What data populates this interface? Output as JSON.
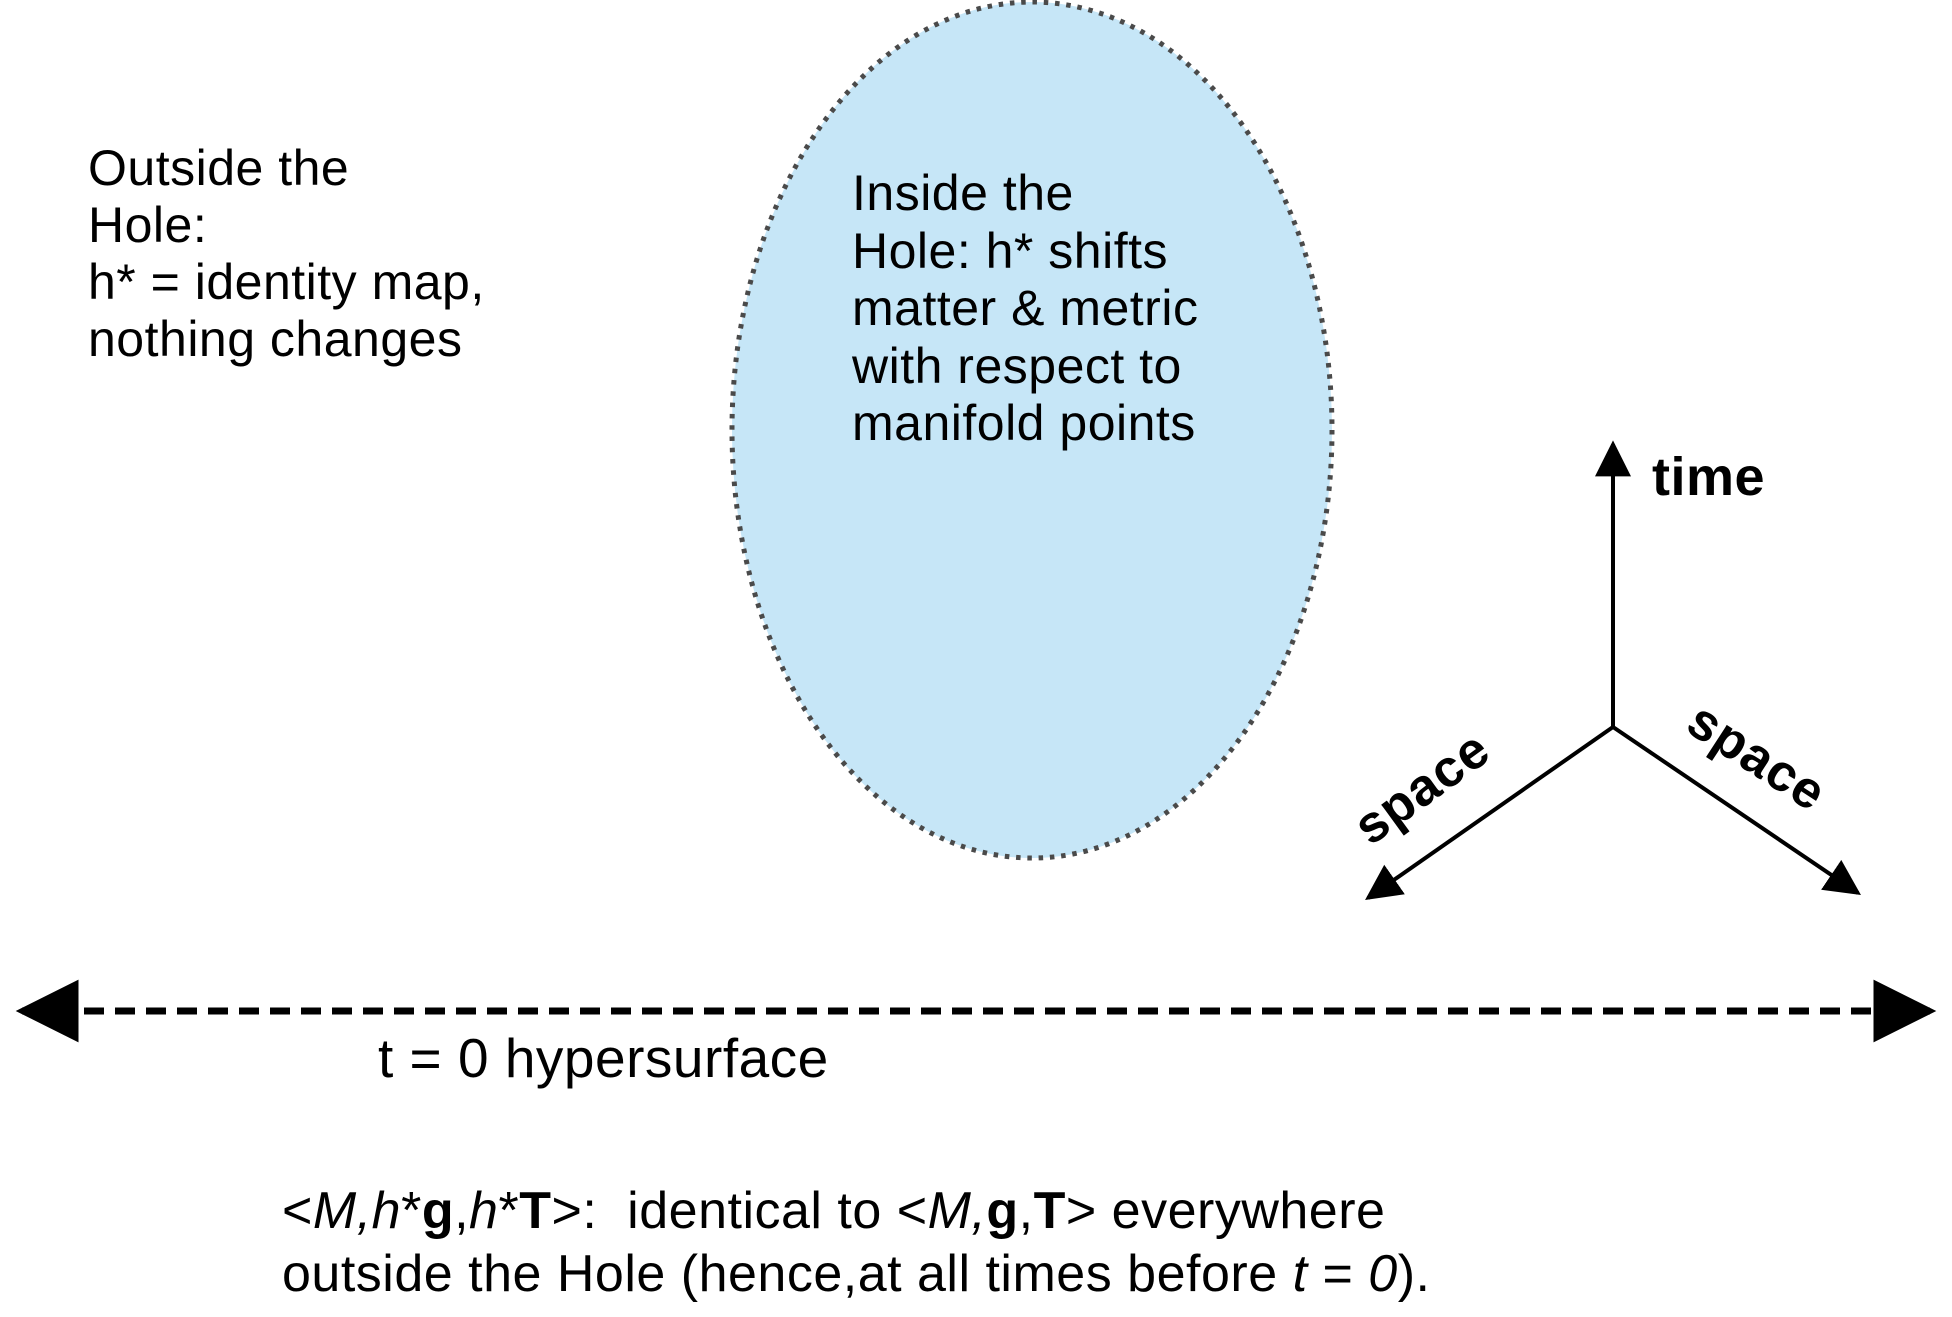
{
  "outside_label": {
    "text": "Outside the\nHole:\nh* = identity map,\nnothing changes"
  },
  "hole": {
    "fill": "#c6e6f7",
    "border_color": "#4a4a4a",
    "label": "Inside the\nHole: h* shifts\nmatter & metric\nwith respect to\nmanifold points"
  },
  "axes": {
    "time_label": "time",
    "space_left_label": "space",
    "space_right_label": "space"
  },
  "hypersurface": {
    "label": "t = 0 hypersurface"
  },
  "formula": {
    "line1": [
      "<",
      "M,",
      "h",
      "*",
      "g",
      ",",
      "h",
      "*",
      "T",
      ">:  identical to <",
      "M,",
      "g",
      ",",
      "T",
      "> everywhere"
    ],
    "line2": [
      "outside the Hole (hence,at all times before ",
      "t",
      " = ",
      "0",
      ")."
    ]
  }
}
